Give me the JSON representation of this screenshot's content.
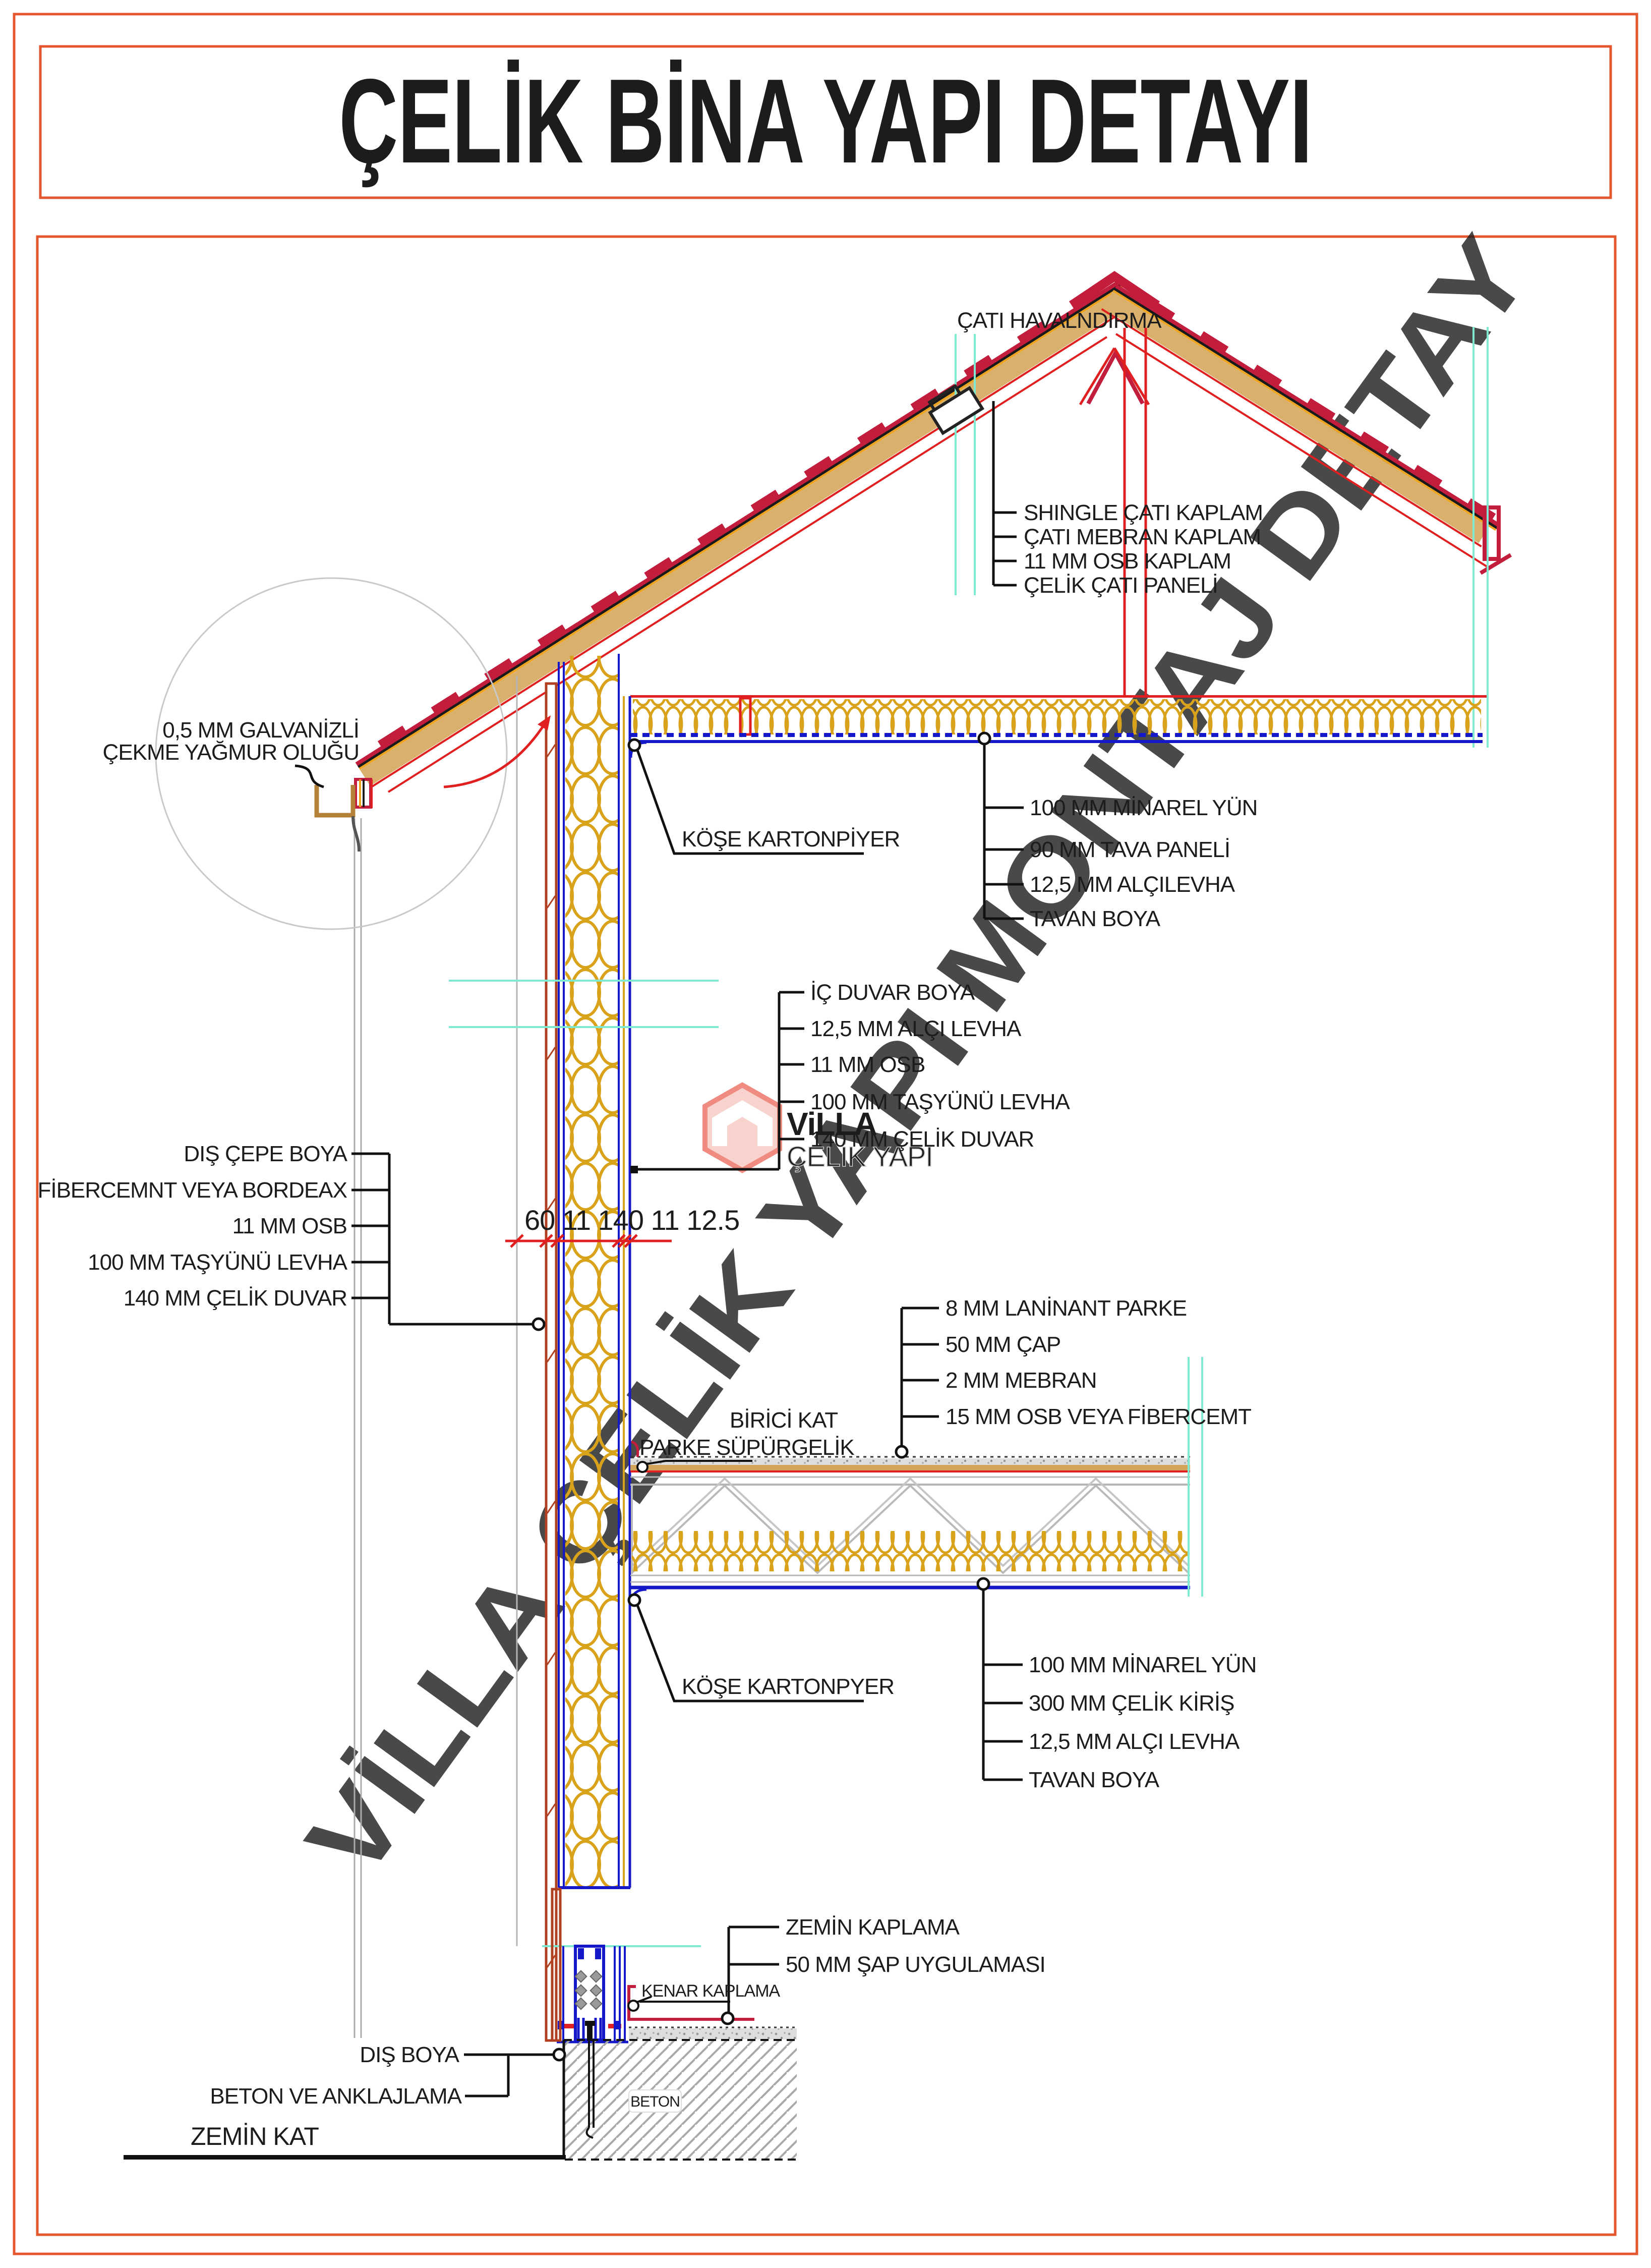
{
  "title": "ÇELİK BİNA YAPI DETAYI",
  "watermark": "VİLLA ÇELİK YAPI MONTAJ DETAY",
  "logo": {
    "line1": "ViLLA",
    "line2": "ÇELİK YAPI"
  },
  "colors": {
    "frame_orange": "#e4572e",
    "roof_crimson": "#c21d3c",
    "line_red": "#e02020",
    "steel_blue": "#1418c8",
    "insulation_gold": "#d9a21b",
    "cyan_section": "#7fe9d2",
    "tan_deck": "#d9b06c",
    "gray_light": "#b5b5b5",
    "watermark_gray": "#cbcbcb"
  },
  "labels": {
    "cati_havalandirma": "ÇATI HAVALNDIRMA",
    "roof_stack": [
      "SHINGLE ÇATI KAPLAM",
      "ÇATI MEBRAN KAPLAM",
      "11 MM OSB KAPLAM",
      "ÇELİK ÇATI PANELİ"
    ],
    "gutter_line1": "0,5 MM GALVANİZLİ",
    "gutter_line2": "ÇEKME YAĞMUR OLUĞU",
    "kose_kartonpiyer_upper": "KÖŞE KARTONPİYER",
    "ceiling_upper": [
      "100 MM MİNAREL YÜN",
      "90 MM TAVA PANELİ",
      "12,5 MM ALÇILEVHA",
      "TAVAN BOYA"
    ],
    "interior_wall": [
      "İÇ DUVAR BOYA",
      "12,5 MM ALÇI LEVHA",
      "11 MM OSB",
      "100 MM  TAŞYÜNÜ LEVHA",
      "140 MM ÇELİK DUVAR"
    ],
    "exterior_wall": [
      "DIŞ ÇEPE BOYA",
      "FİBERCEMNT VEYA BORDEAX",
      "11 MM OSB",
      "100 MM TAŞYÜNÜ LEVHA",
      "140 MM ÇELİK DUVAR"
    ],
    "dimension": "60 11 140 11 12.5",
    "floor": [
      "8 MM LANİNANT PARKE",
      "50 MM ÇAP",
      "2 MM MEBRAN",
      "15 MM OSB VEYA FİBERCEMT"
    ],
    "birici_kat": "BİRİCİ KAT",
    "parke_supurgelik": "PARKE SÜPÜRGELİK",
    "kose_kartonpyer_lower": "KÖŞE KARTONPYER",
    "ceiling_lower": [
      "100 MM MİNAREL YÜN",
      "300 MM ÇELİK KİRİŞ",
      "12,5 MM ALÇI LEVHA",
      "TAVAN BOYA"
    ],
    "zemin_kaplama": "ZEMİN KAPLAMA",
    "sap_uygulamasi": "50 MM ŞAP UYGULAMASI",
    "kenar_kaplama": "KENAR KAPLAMA",
    "dis_boya": "DIŞ BOYA",
    "beton_anklaj": "BETON VE ANKLAJLAMA",
    "zemin_kat": "ZEMİN KAT",
    "beton": "BETON"
  }
}
